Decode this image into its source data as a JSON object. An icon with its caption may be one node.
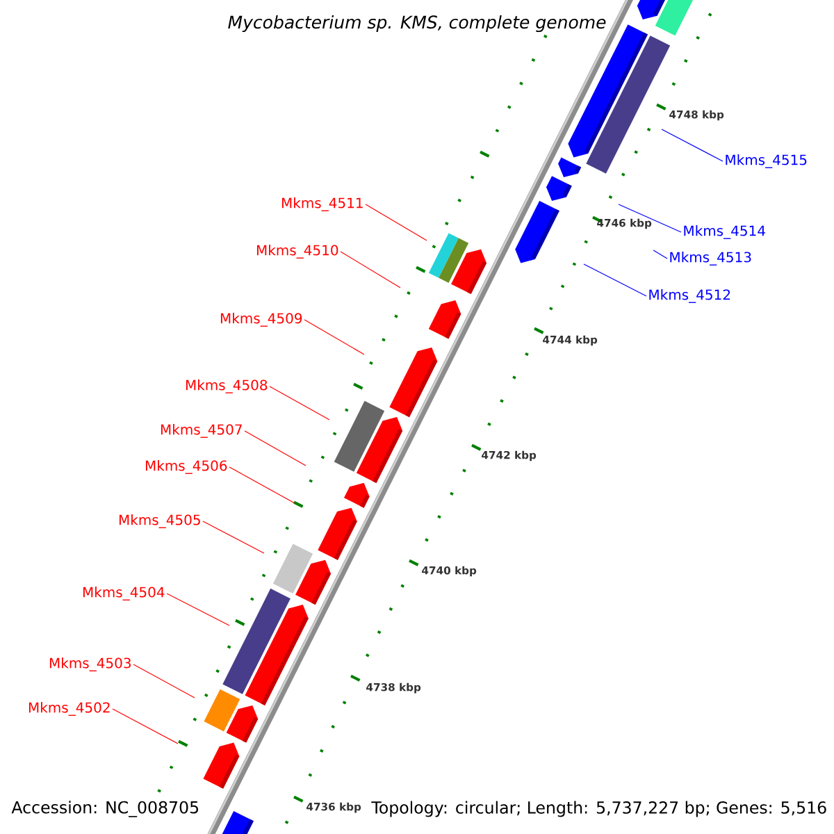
{
  "diagram": {
    "title": "Mycobacterium sp. KMS, complete genome",
    "nodes": [
      {
        "text": [
          "Mkms_4511"
        ]
      },
      {
        "text": [
          "Mkms_4510"
        ]
      },
      {
        "text": [
          "Mkms_4509"
        ]
      },
      {
        "text": [
          "Mkms_4508"
        ]
      },
      {
        "text": [
          "Mkms_4507"
        ]
      },
      {
        "text": [
          "Mkms_4506"
        ]
      },
      {
        "text": [
          "Mkms_4505"
        ]
      },
      {
        "text": [
          "Mkms_4504"
        ]
      },
      {
        "text": [
          "Mkms_4503"
        ]
      },
      {
        "text": [
          "Mkms_4502"
        ]
      },
      {
        "text": [
          "Mkms_4515"
        ]
      },
      {
        "text": [
          "Mkms_4514"
        ]
      },
      {
        "text": [
          "Mkms_4513"
        ]
      },
      {
        "text": [
          "Mkms_4512"
        ]
      }
    ],
    "edges": [
      {
        "from": 0,
        "to": null,
        "arrow": "none"
      },
      {
        "from": 1,
        "to": null,
        "arrow": "none"
      },
      {
        "from": 2,
        "to": null,
        "arrow": "none"
      },
      {
        "from": 3,
        "to": null,
        "arrow": "none"
      },
      {
        "from": 4,
        "to": null,
        "arrow": "none"
      },
      {
        "from": 5,
        "to": null,
        "arrow": "none"
      },
      {
        "from": 6,
        "to": null,
        "arrow": "none"
      },
      {
        "from": 7,
        "to": null,
        "arrow": "none"
      },
      {
        "from": 8,
        "to": null,
        "arrow": "none"
      },
      {
        "from": 9,
        "to": null,
        "arrow": "none"
      },
      {
        "from": 10,
        "to": null,
        "arrow": "none",
        "color": "#0000ff"
      },
      {
        "from": 11,
        "to": null,
        "arrow": "none",
        "color": "#0000ff"
      },
      {
        "from": 12,
        "to": null,
        "arrow": "none",
        "color": "#0000ff"
      },
      {
        "from": 13,
        "to": null,
        "arrow": "none",
        "color": "#0000ff"
      }
    ],
    "labels": [
      "4748 kbp",
      "4746 kbp",
      "4744 kbp",
      "4742 kbp",
      "4740 kbp",
      "4738 kbp",
      "4736 kbp",
      "Accession: NC_008705",
      "Topology: circular; Length: 5,737,227 bp; Genes: 5,516"
    ]
  }
}
